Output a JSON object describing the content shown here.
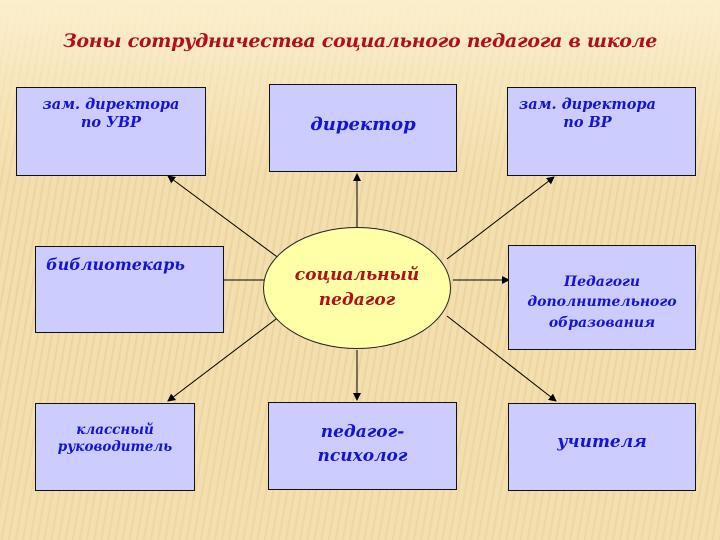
{
  "slide": {
    "title": "Зоны сотрудничества социального педагога в школе",
    "colors": {
      "title_text": "#b0101a",
      "box_fill": "#ccccff",
      "box_text": "#1414d8",
      "box_border": "#111111",
      "center_fill": "#ffffa8",
      "center_text": "#b0101a",
      "background": "#f2dcab"
    }
  },
  "center": {
    "label_lines": [
      "социальный",
      "педагог"
    ]
  },
  "nodes": {
    "deputy_uvr": {
      "lines": [
        "зам. директора",
        "по УВР"
      ]
    },
    "director": {
      "lines": [
        "директор"
      ]
    },
    "deputy_vr": {
      "lines": [
        "зам. директора",
        "по ВР"
      ]
    },
    "librarian": {
      "lines": [
        "библиотекарь"
      ]
    },
    "additional_education": {
      "lines": [
        "Педагоги",
        "дополнительного",
        "образования"
      ]
    },
    "class_teacher": {
      "lines": [
        "классный",
        "руководитель"
      ]
    },
    "psychologist": {
      "lines": [
        "педагог-",
        "психолог"
      ]
    },
    "teachers": {
      "lines": [
        "учителя"
      ]
    }
  },
  "connectors": [
    {
      "from": "center",
      "to": "deputy_uvr",
      "arrow": "arrow-icon"
    },
    {
      "from": "center",
      "to": "director",
      "arrow": "arrow-icon"
    },
    {
      "from": "center",
      "to": "deputy_vr",
      "arrow": "arrow-icon"
    },
    {
      "from": "center",
      "to": "librarian",
      "arrow": "arrow-icon"
    },
    {
      "from": "center",
      "to": "additional_education",
      "arrow": "arrow-icon"
    },
    {
      "from": "center",
      "to": "class_teacher",
      "arrow": "arrow-icon"
    },
    {
      "from": "center",
      "to": "psychologist",
      "arrow": "arrow-icon"
    },
    {
      "from": "center",
      "to": "teachers",
      "arrow": "arrow-icon"
    }
  ]
}
